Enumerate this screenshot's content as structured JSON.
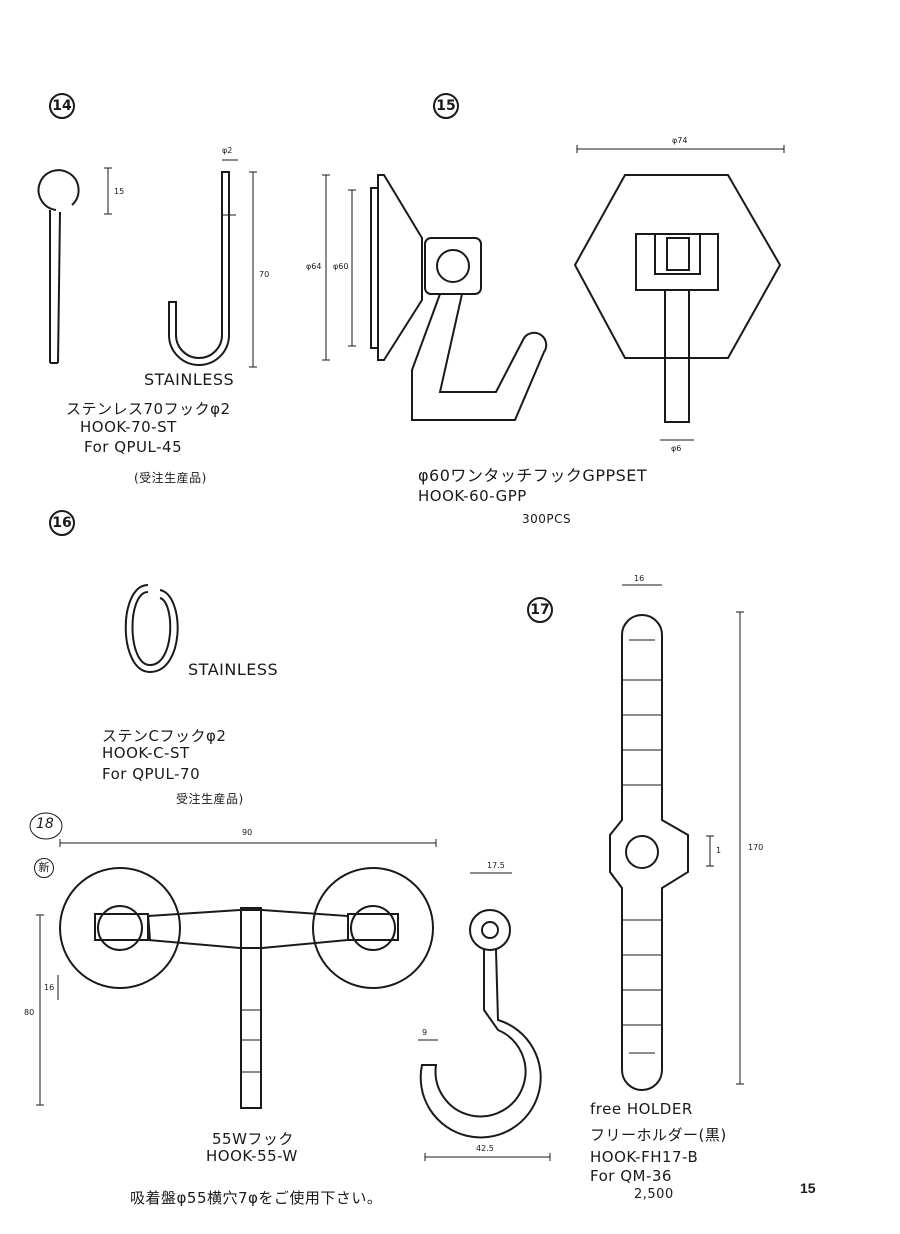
{
  "page_number": "15",
  "items": {
    "i14": {
      "number": "14",
      "material": "STAINLESS",
      "name": "ステンレス70フックφ2",
      "code": "HOOK-70-ST",
      "for": "For QPUL-45",
      "note": "(受注生産品)",
      "dims": {
        "wire": "φ2",
        "ring": "15",
        "height": "70"
      }
    },
    "i15": {
      "number": "15",
      "name": "φ60ワンタッチフックGPPSET",
      "code": "HOOK-60-GPP",
      "qty": "300PCS",
      "dims": {
        "width": "φ74",
        "outer": "φ64",
        "inner": "φ60",
        "bar": "φ6"
      }
    },
    "i16": {
      "number": "16",
      "material": "STAINLESS",
      "name": "ステンCフックφ2",
      "code": "HOOK-C-ST",
      "for": "For QPUL-70",
      "note": "受注生産品)"
    },
    "i17": {
      "number": "17",
      "name_en": "free HOLDER",
      "name_jp": "フリーホルダー(黒)",
      "code": "HOOK-FH17-B",
      "for": "For QM-36",
      "price": "2,500",
      "dims": {
        "width": "16",
        "height": "170",
        "hole": "1"
      }
    },
    "i18": {
      "number": "18",
      "new_mark": "新",
      "name": "55Wフック",
      "code": "HOOK-55-W",
      "note": "吸着盤φ55横穴7φをご使用下さい。",
      "dims": {
        "width": "90",
        "height": "80",
        "slot": "16",
        "hook_top": "17.5",
        "hook_wire": "9",
        "hook_width": "42.5"
      }
    }
  }
}
